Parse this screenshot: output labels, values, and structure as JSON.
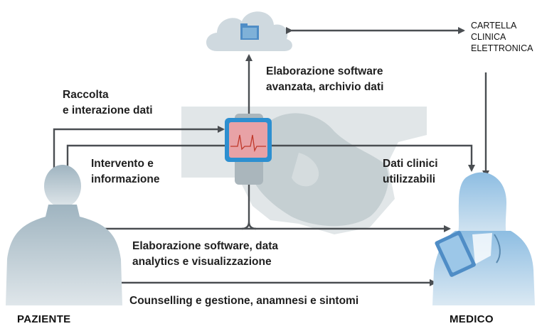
{
  "nodes": {
    "ehr": [
      "CARTELLA",
      "CLINICA",
      "ELETTRONICA"
    ],
    "patient": "PAZIENTE",
    "doctor": "MEDICO"
  },
  "labels": {
    "cloud_processing": [
      "Elaborazione software",
      "avanzata, archivio dati"
    ],
    "collection": [
      "Raccolta",
      "e interazione dati"
    ],
    "intervention": [
      "Intervento e",
      "informazione"
    ],
    "clinical_data": [
      "Dati clinici",
      "utilizzabili"
    ],
    "analytics": [
      "Elaborazione software, data",
      "analytics e visualizzazione"
    ],
    "counselling": "Counselling e gestione, anamnesi e sintomi"
  },
  "colors": {
    "arrow": "#4a4e52",
    "figure": "#a9bcc6",
    "hand": "#c3ccd1",
    "doctor": "#7fb1d8",
    "cloud": "#cfd9df",
    "device": "#2d8fd0",
    "screen": "#e8a2a6"
  }
}
